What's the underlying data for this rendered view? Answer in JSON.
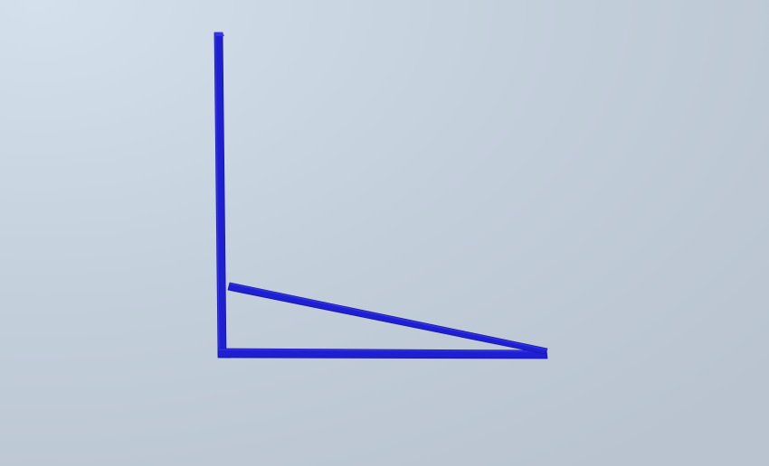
{
  "scene": {
    "background_colors": [
      "#d4e0ec",
      "#c3cedb",
      "#b9c4d0"
    ],
    "beam_color": "#1f1fd2",
    "beam_highlight": "#3535e6",
    "beam_shadow": "#1515a8",
    "beams": [
      {
        "name": "vertical-beam"
      },
      {
        "name": "horizontal-beam"
      },
      {
        "name": "diagonal-beam"
      }
    ]
  }
}
